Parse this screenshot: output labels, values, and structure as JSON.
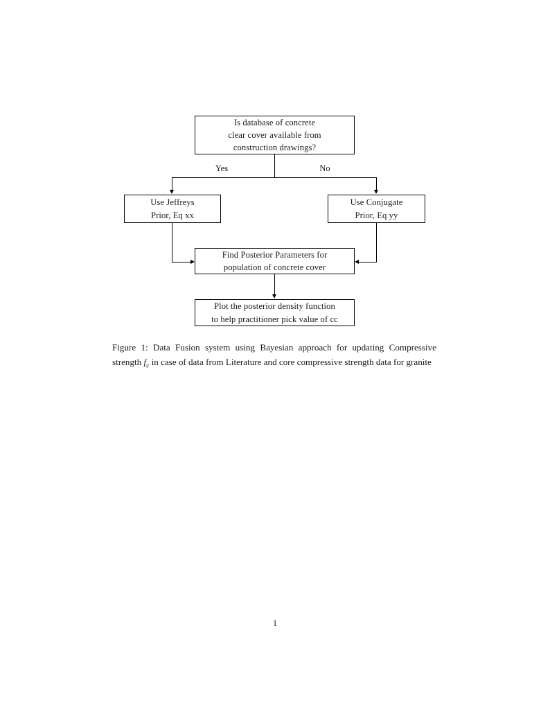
{
  "document": {
    "page_number": "1"
  },
  "figure": {
    "nodes": {
      "decision": {
        "line1": "Is database of concrete",
        "line2": "clear cover available from",
        "line3": "construction drawings?"
      },
      "jeffreys": {
        "line1": "Use Jeffreys",
        "line2": "Prior, Eq xx"
      },
      "conjugate": {
        "line1": "Use Conjugate",
        "line2": "Prior, Eq yy"
      },
      "posterior": {
        "line1": "Find Posterior Parameters for",
        "line2": "population of concrete cover"
      },
      "plot": {
        "line1": "Plot the posterior density function",
        "line2": "to help practitioner pick value of cc"
      }
    },
    "edge_labels": {
      "yes": "Yes",
      "no": "No"
    }
  },
  "caption": {
    "label": "Figure 1:",
    "text_before_math": " Data Fusion system using Bayesian approach for updating Compressive strength ",
    "math_symbol": "f",
    "math_subscript": "c",
    "text_after_math": " in case of data from Literature and core compressive strength data for granite"
  },
  "colors": {
    "ink": "#1a1a1a",
    "rule": "#000000",
    "page": "#ffffff"
  }
}
